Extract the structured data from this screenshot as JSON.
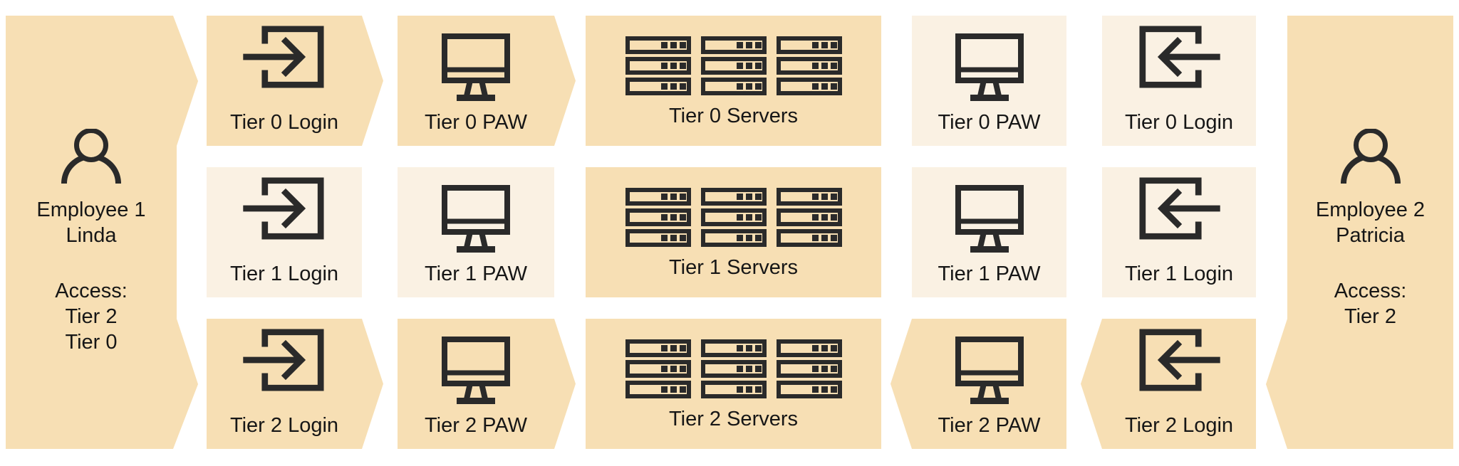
{
  "colors": {
    "background": "#ffffff",
    "highlight_fill": "#f7dfb4",
    "muted_fill": "#faf1e3",
    "icon_ink": "#2a2a2a",
    "text_ink": "#161616"
  },
  "employees": {
    "left": {
      "icon": "person-icon",
      "title": "Employee 1",
      "name": "Linda",
      "access_label": "Access:",
      "access_tier_1": "Tier 2",
      "access_tier_2": "Tier 0"
    },
    "right": {
      "icon": "person-icon",
      "title": "Employee 2",
      "name": "Patricia",
      "access_label": "Access:",
      "access_tier_1": "Tier 2"
    }
  },
  "grid": {
    "rows": [
      {
        "tier": "Tier 0",
        "cells": [
          {
            "label": "Tier 0 Login",
            "icon": "login-arrow-right-icon",
            "highlighted": true
          },
          {
            "label": "Tier 0 PAW",
            "icon": "monitor-icon",
            "highlighted": true
          },
          {
            "label": "Tier 0 Servers",
            "icon": "server-rack-icon",
            "highlighted": true
          },
          {
            "label": "Tier 0 PAW",
            "icon": "monitor-icon",
            "highlighted": false
          },
          {
            "label": "Tier 0 Login",
            "icon": "login-arrow-left-icon",
            "highlighted": false
          }
        ]
      },
      {
        "tier": "Tier 1",
        "cells": [
          {
            "label": "Tier 1 Login",
            "icon": "login-arrow-right-icon",
            "highlighted": false
          },
          {
            "label": "Tier 1 PAW",
            "icon": "monitor-icon",
            "highlighted": false
          },
          {
            "label": "Tier 1 Servers",
            "icon": "server-rack-icon",
            "highlighted": true
          },
          {
            "label": "Tier 1 PAW",
            "icon": "monitor-icon",
            "highlighted": false
          },
          {
            "label": "Tier 1 Login",
            "icon": "login-arrow-left-icon",
            "highlighted": false
          }
        ]
      },
      {
        "tier": "Tier 2",
        "cells": [
          {
            "label": "Tier 2 Login",
            "icon": "login-arrow-right-icon",
            "highlighted": true
          },
          {
            "label": "Tier 2 PAW",
            "icon": "monitor-icon",
            "highlighted": true
          },
          {
            "label": "Tier 2 Servers",
            "icon": "server-rack-icon",
            "highlighted": true
          },
          {
            "label": "Tier 2 PAW",
            "icon": "monitor-icon",
            "highlighted": true
          },
          {
            "label": "Tier 2 Login",
            "icon": "login-arrow-left-icon",
            "highlighted": true
          }
        ]
      }
    ]
  }
}
